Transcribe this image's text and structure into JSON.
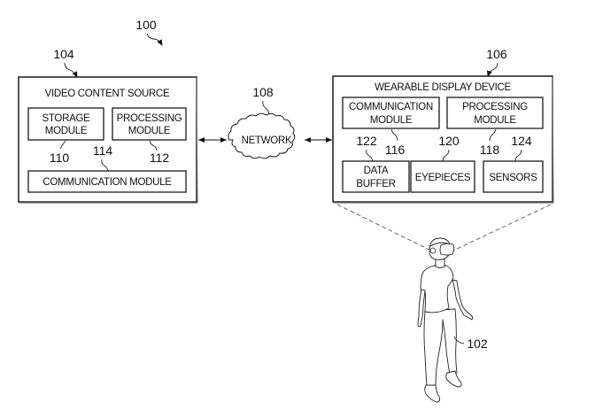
{
  "figure": {
    "ref_system": "100",
    "video_content_source": {
      "ref": "104",
      "title": "VIDEO CONTENT SOURCE",
      "storage_module": {
        "line1": "STORAGE",
        "line2": "MODULE",
        "ref": "110"
      },
      "processing_module": {
        "line1": "PROCESSING",
        "line2": "MODULE",
        "ref": "112"
      },
      "communication_module": {
        "label": "COMMUNICATION MODULE",
        "ref": "114"
      }
    },
    "network": {
      "label": "NETWORK",
      "ref": "108"
    },
    "wearable_display_device": {
      "ref": "106",
      "title": "WEARABLE DISPLAY DEVICE",
      "communication_module": {
        "line1": "COMMUNICATION",
        "line2": "MODULE",
        "ref": "116"
      },
      "processing_module": {
        "line1": "PROCESSING",
        "line2": "MODULE",
        "ref": "118"
      },
      "data_buffer": {
        "line1": "DATA",
        "line2": "BUFFER",
        "ref": "122"
      },
      "eyepieces": {
        "label": "EYEPIECES",
        "ref": "120"
      },
      "sensors": {
        "label": "SENSORS",
        "ref": "124"
      }
    },
    "user": {
      "ref": "102"
    }
  }
}
